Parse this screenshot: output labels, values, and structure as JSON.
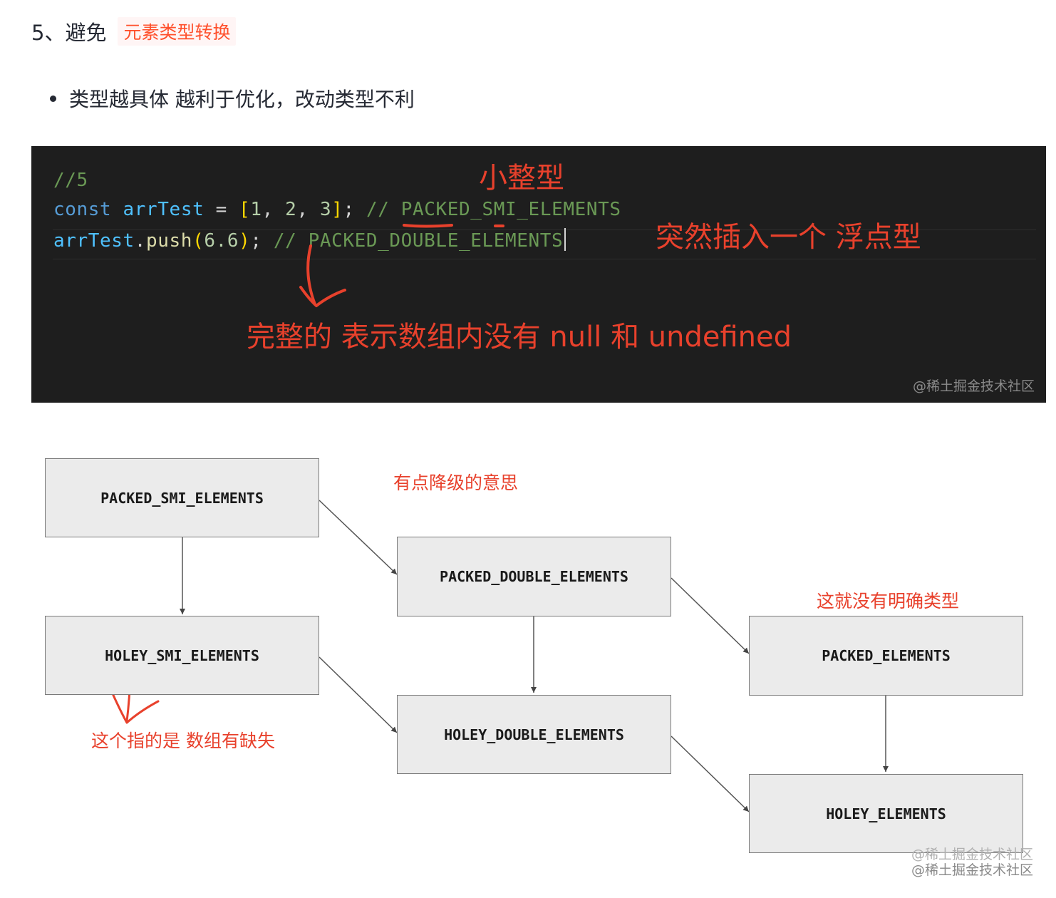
{
  "heading": {
    "number": "5、避免",
    "tag": "元素类型转换"
  },
  "bullet": {
    "text": "类型越具体 越利于优化，改动类型不利"
  },
  "code": {
    "line1": "//5",
    "line2": {
      "kw": "const",
      "var": "arrTest",
      "eq": "=",
      "lb": "[",
      "n1": "1",
      "n2": "2",
      "n3": "3",
      "rb": "]",
      "semi": ";",
      "comment": "// PACKED_SMI_ELEMENTS"
    },
    "line3": {
      "var": "arrTest",
      "dot": ".",
      "fn": "push",
      "lp": "(",
      "num": "6.6",
      "rp": ")",
      "semi": ";",
      "comment": "// PACKED_DOUBLE_ELEMENTS"
    },
    "annotations": {
      "small_int": "小整型",
      "sudden_float": "突然插入一个 浮点型",
      "complete": "完整的 表示数组内没有 null 和 undefined"
    },
    "watermark": "@稀土掘金技术社区"
  },
  "diagram": {
    "boxes": {
      "packed_smi": "PACKED_SMI_ELEMENTS",
      "holey_smi": "HOLEY_SMI_ELEMENTS",
      "packed_double": "PACKED_DOUBLE_ELEMENTS",
      "holey_double": "HOLEY_DOUBLE_ELEMENTS",
      "packed": "PACKED_ELEMENTS",
      "holey": "HOLEY_ELEMENTS"
    },
    "annotations": {
      "downgrade": "有点降级的意思",
      "no_explicit_type": "这就没有明确类型",
      "missing": "这个指的是 数组有缺失"
    },
    "watermark_1": "@稀土掘金技术社区",
    "watermark_2": "@稀土掘金技术社区"
  },
  "colors": {
    "annotation_red": "#e8412c",
    "tag_red": "#ff502c",
    "code_bg": "#1e1e1e"
  }
}
